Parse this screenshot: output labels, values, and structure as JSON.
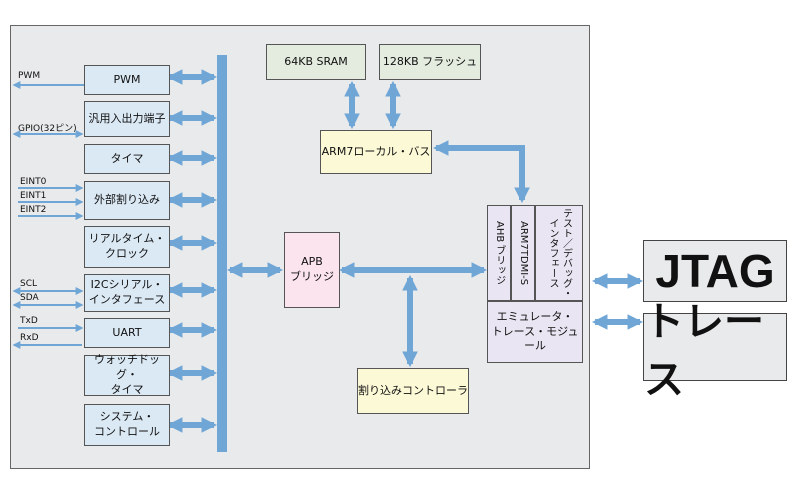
{
  "peripherals": [
    {
      "id": "pwm",
      "label": "PWM"
    },
    {
      "id": "gpio",
      "label": "汎用入出力端子"
    },
    {
      "id": "timer",
      "label": "タイマ"
    },
    {
      "id": "eint",
      "label": "外部割り込み"
    },
    {
      "id": "rtc",
      "label": "リアルタイム・\nクロック"
    },
    {
      "id": "i2c",
      "label": "I2Cシリアル・\nインタフェース"
    },
    {
      "id": "uart",
      "label": "UART"
    },
    {
      "id": "wdt",
      "label": "ウォッチドッグ・\nタイマ"
    },
    {
      "id": "sysctl",
      "label": "システム・\nコントロール"
    }
  ],
  "signals": {
    "pwm": "PWM",
    "gpio": "GPIO(32ピン)",
    "eint0": "EINT0",
    "eint1": "EINT1",
    "eint2": "EINT2",
    "scl": "SCL",
    "sda": "SDA",
    "txd": "TxD",
    "rxd": "RxD"
  },
  "blocks": {
    "sram": "64KB SRAM",
    "flash": "128KB フラッシュ",
    "local_bus": "ARM7ローカル・バス",
    "apb_bridge": "APB\nブリッジ",
    "interrupt_ctrl": "割り込みコントローラ",
    "ahb_bridge": "AHB ブリッジ",
    "core": "ARM7TDMI-S",
    "test_debug": "テスト／デバッグ・\nインタフェース",
    "emulator": "エミュレータ・\nトレース・モジュール"
  },
  "outputs": {
    "jtag": "JTAG",
    "trace": "トレース"
  },
  "colors": {
    "arrow": "#6fa6d6",
    "peripheral_fill": "#dbe9f5",
    "panel": "#e9eaeb"
  }
}
